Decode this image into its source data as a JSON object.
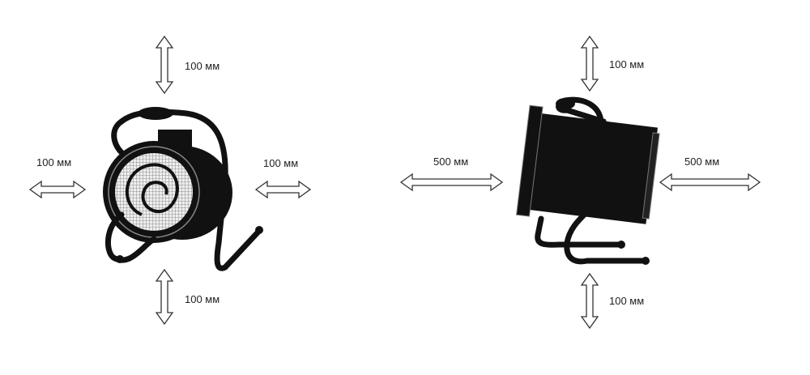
{
  "left_heater": {
    "clearance_top": "100 мм",
    "clearance_bottom": "100 мм",
    "clearance_left": "100 мм",
    "clearance_right": "100 мм"
  },
  "right_heater": {
    "clearance_top": "100 мм",
    "clearance_bottom": "100 мм",
    "clearance_left": "500 мм",
    "clearance_right": "500 мм"
  }
}
